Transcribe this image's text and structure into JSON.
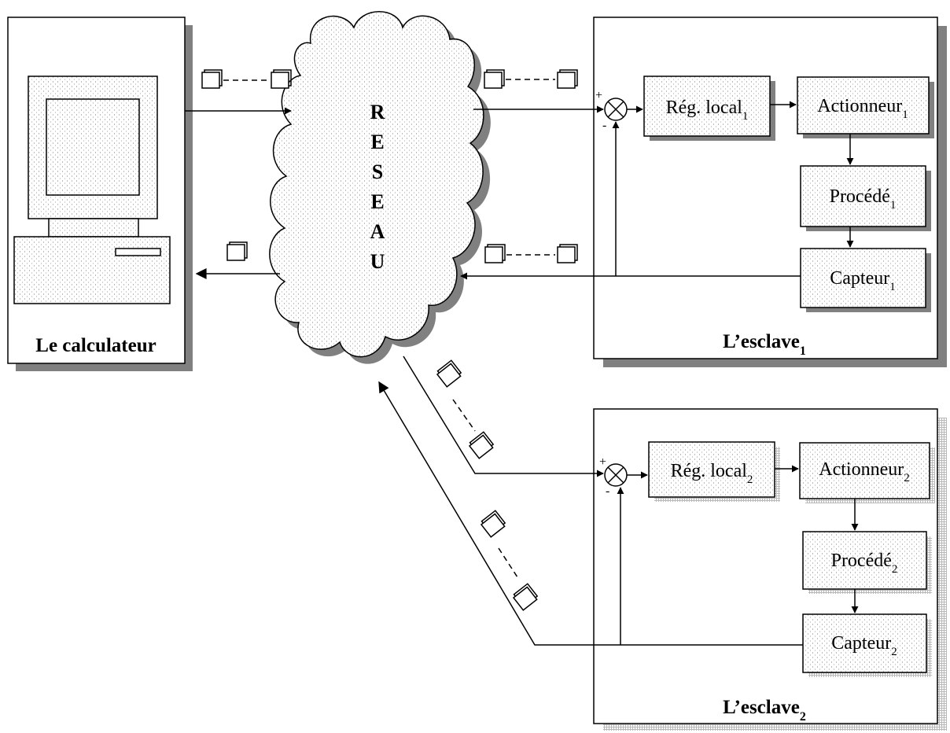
{
  "computer": {
    "label": "Le calculateur"
  },
  "network": {
    "letters": [
      "R",
      "E",
      "S",
      "E",
      "A",
      "U"
    ]
  },
  "slave1": {
    "label_main": "L’esclave",
    "label_sub": "1",
    "regulator": {
      "main": "Rég. local",
      "sub": "1"
    },
    "actuator": {
      "main": "Actionneur",
      "sub": "1"
    },
    "process": {
      "main": "Procédé",
      "sub": "1"
    },
    "sensor": {
      "main": "Capteur",
      "sub": "1"
    },
    "plus": "+",
    "minus": "-"
  },
  "slave2": {
    "label_main": "L’esclave",
    "label_sub": "2",
    "regulator": {
      "main": "Rég. local",
      "sub": "2"
    },
    "actuator": {
      "main": "Actionneur",
      "sub": "2"
    },
    "process": {
      "main": "Procédé",
      "sub": "2"
    },
    "sensor": {
      "main": "Capteur",
      "sub": "2"
    },
    "plus": "+",
    "minus": "-"
  },
  "colors": {
    "line": "#000000",
    "shadow": "#808080",
    "fill_pattern": "#c8c8c8"
  }
}
